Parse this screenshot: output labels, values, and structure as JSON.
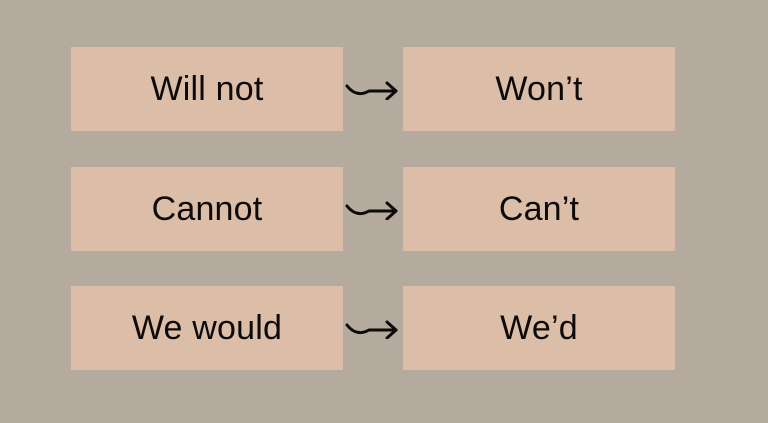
{
  "pairs": [
    {
      "from": "Will not",
      "to": "Won’t"
    },
    {
      "from": "Cannot",
      "to": "Can’t"
    },
    {
      "from": "We would",
      "to": "We’d"
    }
  ],
  "icons": {
    "arrow": "right-arrow-icon"
  },
  "colors": {
    "background": "#b4aa9e",
    "box": "#dbbda8",
    "text": "#0d0b0a"
  }
}
